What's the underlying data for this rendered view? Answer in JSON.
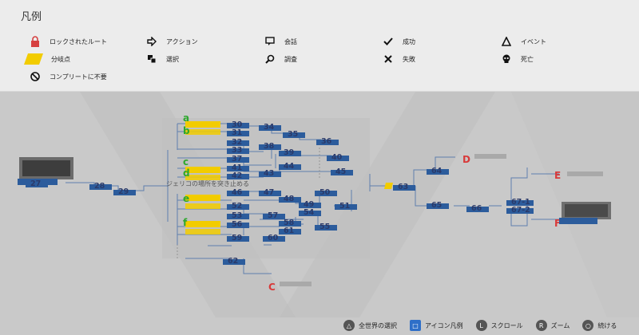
{
  "legend": {
    "title": "凡例",
    "items": [
      {
        "icon": "lock-icon",
        "label": "ロックされたルート"
      },
      {
        "icon": "branch-point-icon",
        "label": "分岐点"
      },
      {
        "icon": "not-required-icon",
        "label": "コンプリートに不要"
      },
      {
        "icon": "action-arrow-icon",
        "label": "アクション"
      },
      {
        "icon": "choice-icon",
        "label": "選択"
      },
      {
        "icon": "dialogue-icon",
        "label": "会話"
      },
      {
        "icon": "investigate-icon",
        "label": "調査"
      },
      {
        "icon": "success-check-icon",
        "label": "成功"
      },
      {
        "icon": "fail-x-icon",
        "label": "失敗"
      },
      {
        "icon": "event-triangle-icon",
        "label": "イベント"
      },
      {
        "icon": "death-skull-icon",
        "label": "死亡"
      }
    ]
  },
  "flowchart": {
    "nodes": [
      "27",
      "28",
      "29",
      "30",
      "31",
      "32",
      "33",
      "34",
      "35",
      "36",
      "37",
      "38",
      "39",
      "40",
      "41",
      "42",
      "43",
      "44",
      "45",
      "46",
      "47",
      "48",
      "49",
      "50",
      "51",
      "52",
      "53",
      "54",
      "55",
      "56",
      "57",
      "58",
      "59",
      "60",
      "61",
      "62",
      "63",
      "64",
      "65",
      "66",
      "67-1",
      "67-2"
    ],
    "section_letters": [
      "a",
      "b",
      "c",
      "d",
      "e",
      "f"
    ],
    "endings": [
      "C",
      "D",
      "E",
      "F"
    ],
    "branch_text": "ジェリコの場所を突き止める"
  },
  "controls": [
    {
      "key": "△",
      "label": "全世界の選択"
    },
    {
      "key": "□",
      "label": "アイコン凡例"
    },
    {
      "key": "L",
      "label": "スクロール"
    },
    {
      "key": "R",
      "label": "ズーム"
    },
    {
      "key": "○",
      "label": "続ける"
    }
  ],
  "colors": {
    "legend_bg": "#ececec",
    "map_bg": "#c9c9c9",
    "node_blue": "#2c5c9c",
    "branch_yellow": "#f2cc00",
    "letter_green": "#2ea82e",
    "ending_red": "#d83a3a",
    "lock_red": "#d64040"
  }
}
